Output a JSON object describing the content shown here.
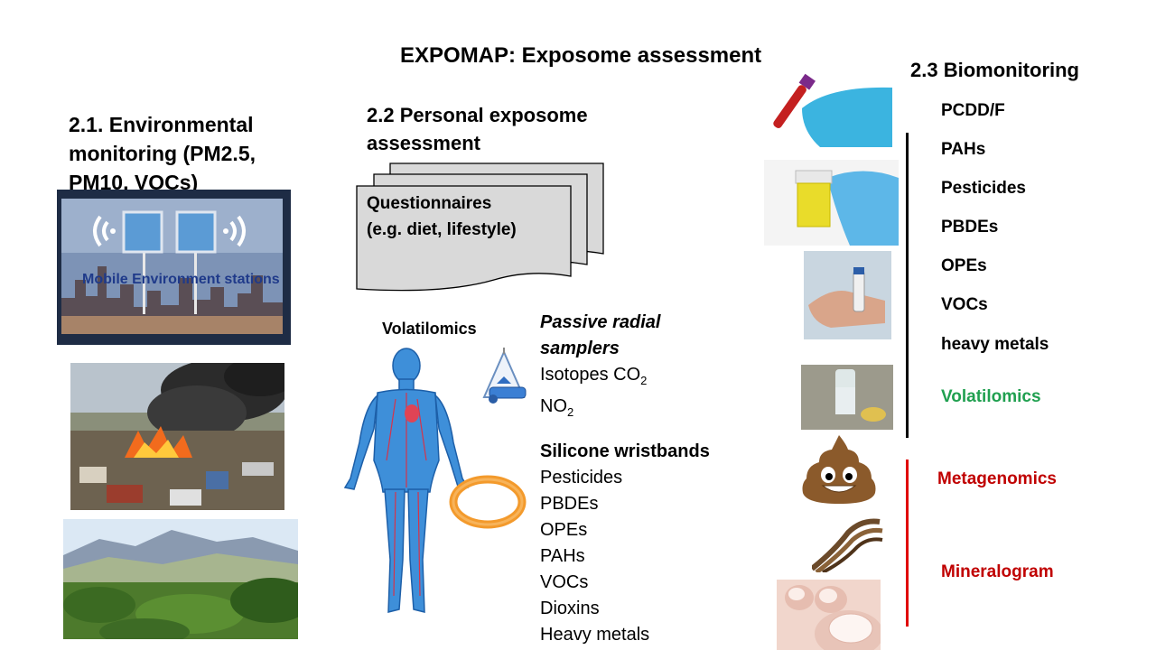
{
  "slide": {
    "title": "EXPOMAP:  Exposome assessment"
  },
  "environmental": {
    "heading": "2.1. Environmental monitoring (PM2.5, PM10, VOCs)",
    "station_label": "Mobile Environment stations"
  },
  "personal": {
    "heading": "2.2 Personal exposome assessment",
    "questionnaire_line1": "Questionnaires",
    "questionnaire_line2": "(e.g. diet, lifestyle)",
    "volatilomics_label": "Volatilomics",
    "passive_title_line1": "Passive radial",
    "passive_title_line2": "samplers",
    "passive_isotopes_prefix": "Isotopes CO",
    "passive_isotopes_sub": "2",
    "passive_no_prefix": "NO",
    "passive_no_sub": "2",
    "wristband_title": "Silicone wristbands",
    "wristband_items": [
      "Pesticides",
      "PBDEs",
      "OPEs",
      "PAHs",
      "VOCs",
      "Dioxins",
      "Heavy metals"
    ]
  },
  "biomonitoring": {
    "heading": "2.3 Biomonitoring",
    "items": [
      "PCDD/F",
      "PAHs",
      "Pesticides",
      "PBDEs",
      "OPEs",
      "VOCs",
      "heavy metals"
    ],
    "volatilomics": "Volatilomics",
    "metagenomics": "Metagenomics",
    "mineralogram": "Mineralogram",
    "colors": {
      "volatilomics": "#20a050",
      "metagenomics": "#c00000",
      "mineralogram": "#c00000",
      "bracket_black": "#000000",
      "bracket_red": "#e00000"
    }
  }
}
